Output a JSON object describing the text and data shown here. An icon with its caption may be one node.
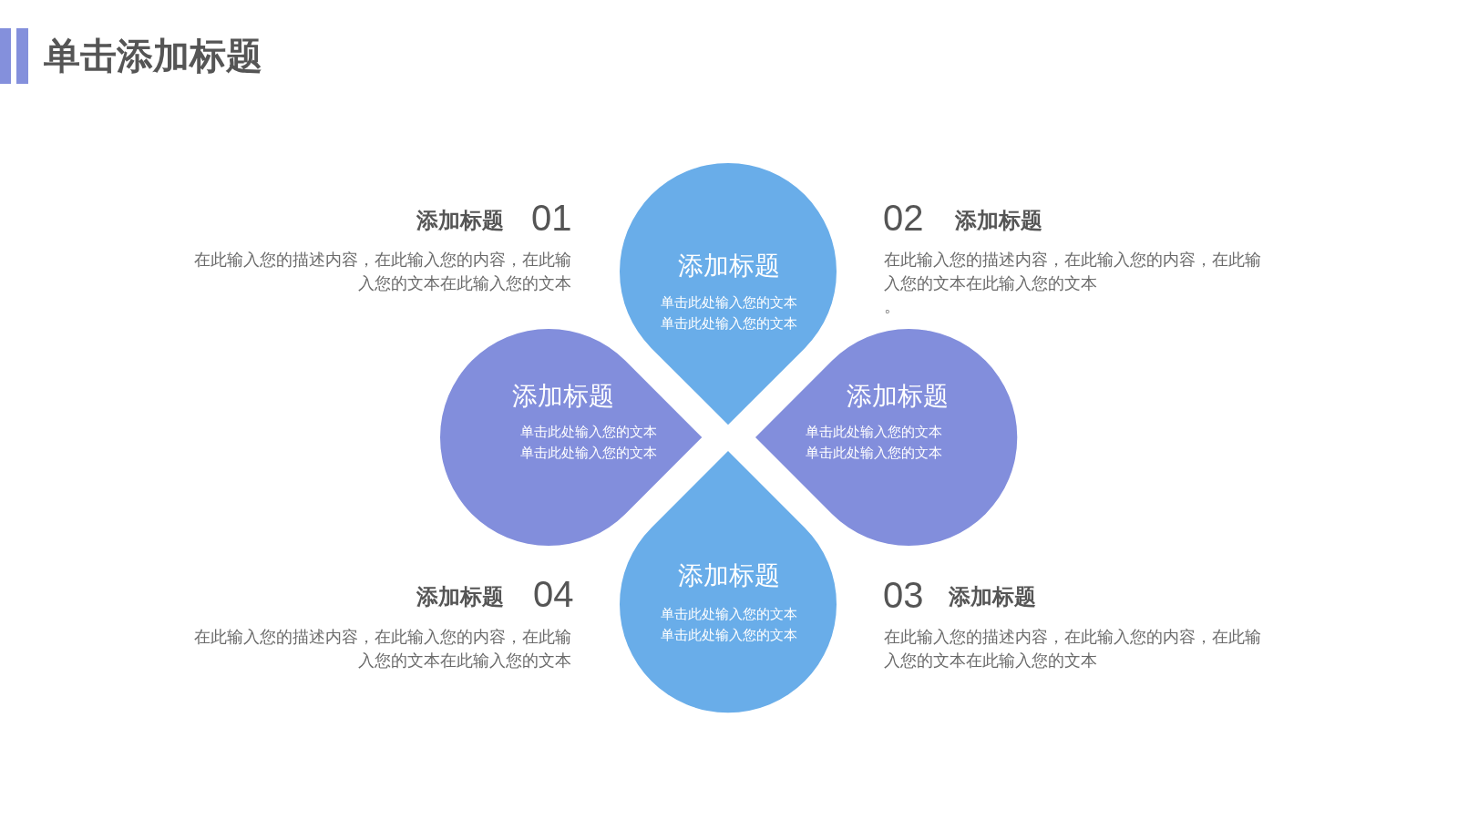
{
  "diagram": {
    "title": "单击添加标题",
    "nodes": [
      {
        "text": [
          "添加标题",
          "单击此处输入您的文本单击此处输入您的文本"
        ]
      },
      {
        "text": [
          "添加标题",
          "单击此处输入您的文本单击此处输入您的文本"
        ]
      },
      {
        "text": [
          "添加标题",
          "单击此处输入您的文本单击此处输入您的文本"
        ]
      },
      {
        "text": [
          "添加标题",
          "单击此处输入您的文本单击此处输入您的文本"
        ]
      }
    ],
    "labels": [
      "添加标题",
      "01",
      "在此输入您的描述内容，在此输入您的内容，在此输入您的文本在此输入您的文本",
      "02",
      "添加标题",
      "在此输入您的描述内容，在此输入您的内容，在此输入您的文本在此输入您的文本",
      "。",
      "添加标题",
      "04",
      "在此输入您的描述内容，在此输入您的内容，在此输入您的文本在此输入您的文本",
      "03",
      "添加标题",
      "在此输入您的描述内容，在此输入您的内容，在此输入您的文本在此输入您的文本"
    ]
  }
}
